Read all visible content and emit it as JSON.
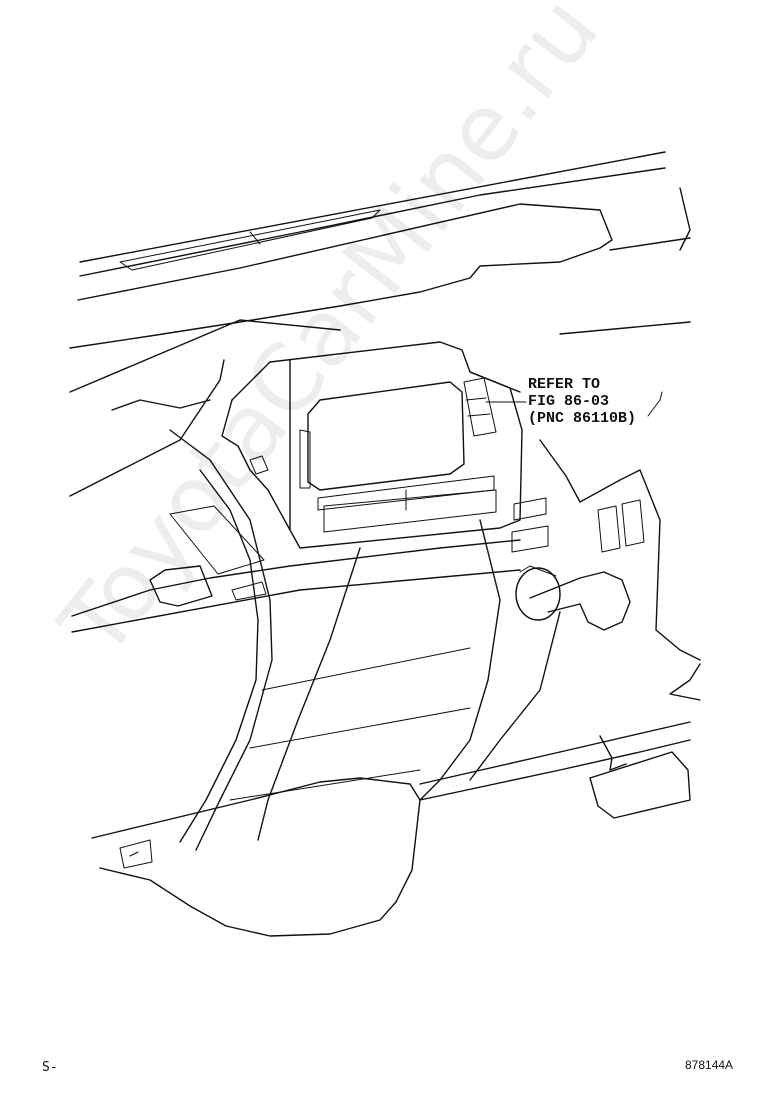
{
  "callout": {
    "line1": "REFER TO",
    "line2": "FIG 86-03",
    "line3": "(PNC 86110B)"
  },
  "footer": {
    "left_code": "S-",
    "figure_number": "878144A"
  },
  "watermark": {
    "text": "ToyotaCarMine.ru"
  },
  "colors": {
    "line": "#111111",
    "background": "#ffffff"
  }
}
